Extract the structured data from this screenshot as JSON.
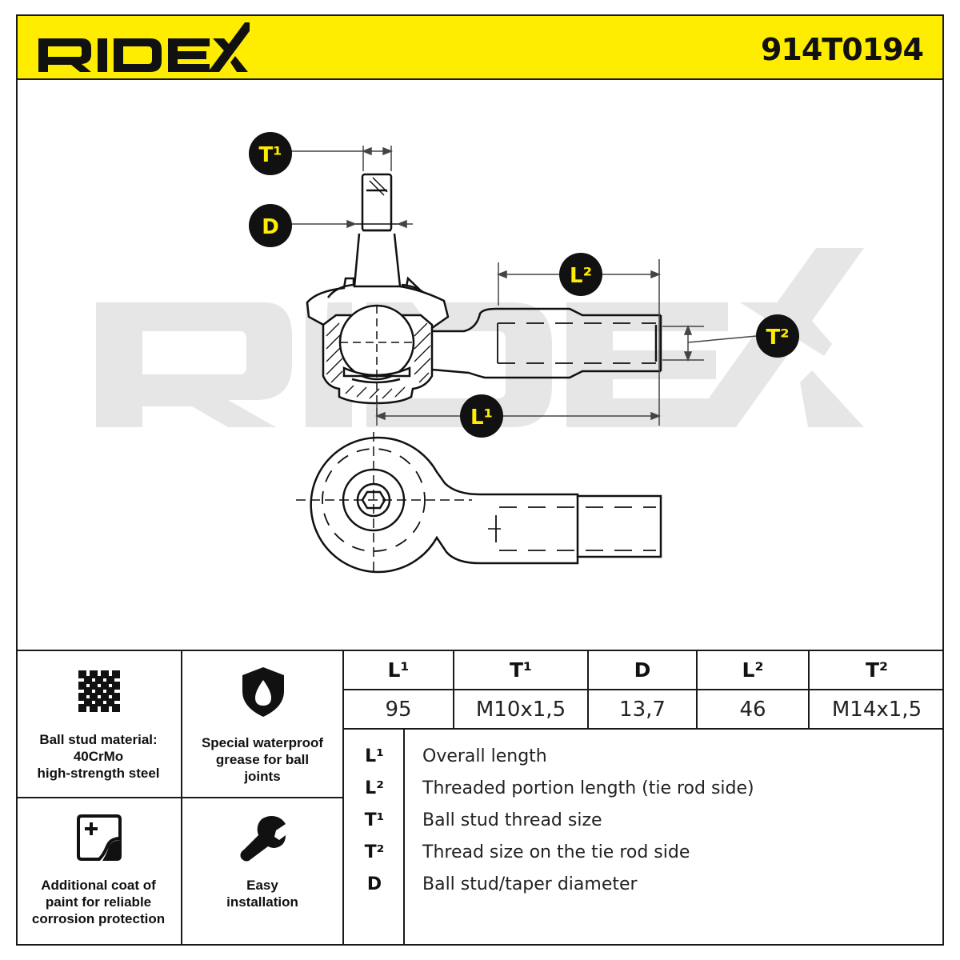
{
  "header": {
    "brand": "RIDEX",
    "part_number": "914T0194"
  },
  "drawing": {
    "watermark": "RIDEX",
    "callouts": {
      "t1": "T¹",
      "d": "D",
      "l2": "L²",
      "t2": "T²",
      "l1": "L¹"
    }
  },
  "features": [
    {
      "icon": "material-grid-icon",
      "text": [
        "Ball stud material:",
        "40CrMo",
        "high-strength steel"
      ]
    },
    {
      "icon": "water-drop-shield-icon",
      "text": [
        "Special waterproof",
        "grease for ball",
        "joints"
      ]
    },
    {
      "icon": "paint-coat-icon",
      "text": [
        "Additional coat of",
        "paint for reliable",
        "corrosion protection"
      ]
    },
    {
      "icon": "wrench-icon",
      "text": [
        "Easy",
        "installation"
      ]
    }
  ],
  "specs": {
    "headers": [
      "L¹",
      "T¹",
      "D",
      "L²",
      "T²"
    ],
    "values": [
      "95",
      "M10x1,5",
      "13,7",
      "46",
      "M14x1,5"
    ]
  },
  "legend": [
    {
      "symbol": "L¹",
      "description": "Overall length"
    },
    {
      "symbol": "L²",
      "description": "Threaded portion length (tie rod side)"
    },
    {
      "symbol": "T¹",
      "description": "Ball stud thread size"
    },
    {
      "symbol": "T²",
      "description": "Thread size on the tie rod side"
    },
    {
      "symbol": "D",
      "description": "Ball stud/taper diameter"
    }
  ],
  "colors": {
    "brand_yellow": "#ffed00",
    "ink": "#111111",
    "watermark": "#e6e6e6"
  }
}
